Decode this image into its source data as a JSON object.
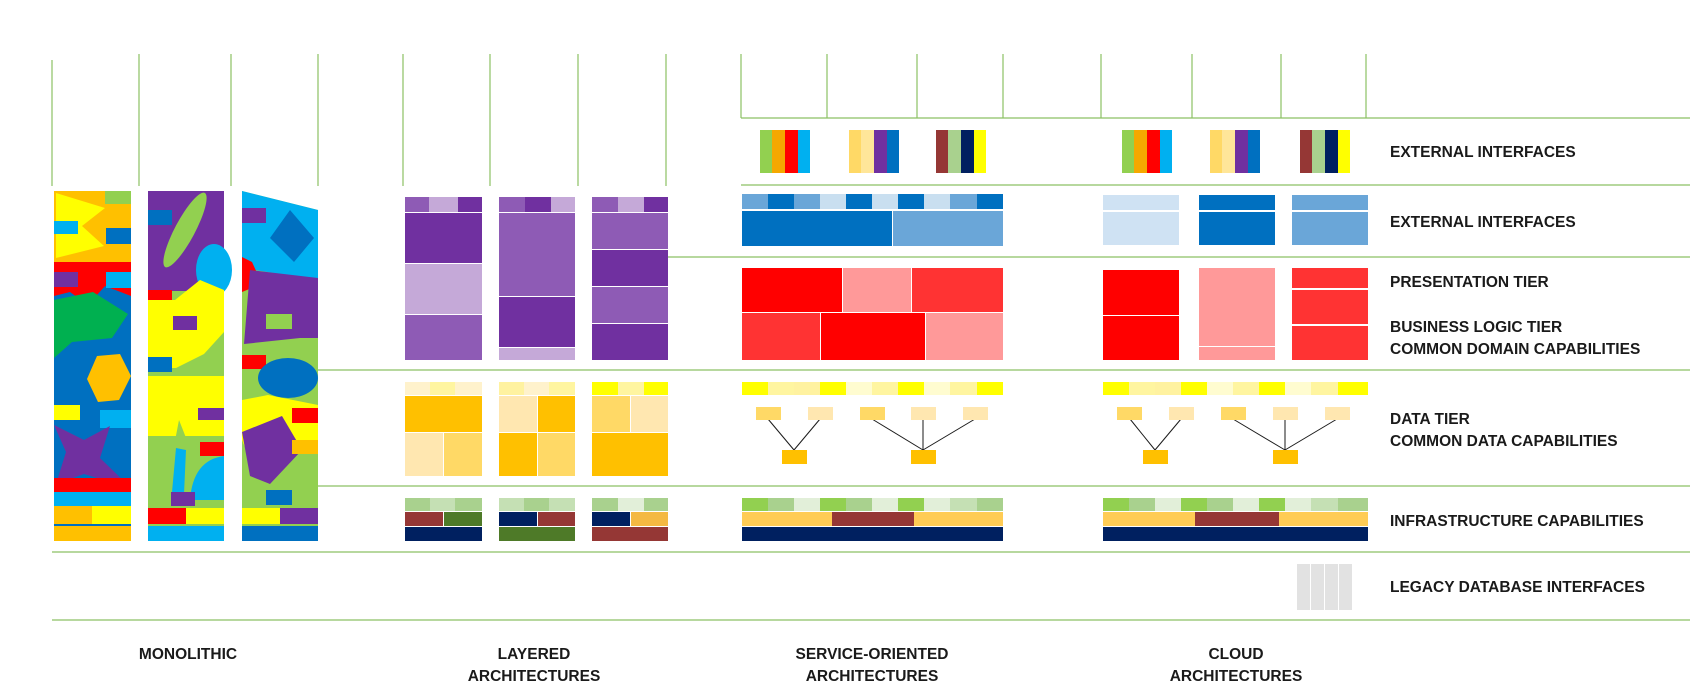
{
  "tier_labels": {
    "external_interfaces_1": "EXTERNAL INTERFACES",
    "external_interfaces_2": "EXTERNAL INTERFACES",
    "presentation": "PRESENTATION TIER",
    "business_logic_1": "BUSINESS LOGIC TIER",
    "business_logic_2": "COMMON DOMAIN CAPABILITIES",
    "data_1": "DATA TIER",
    "data_2": "COMMON DATA CAPABILITIES",
    "infrastructure": "INFRASTRUCTURE CAPABILITIES",
    "legacy": "LEGACY DATABASE INTERFACES"
  },
  "columns": {
    "monolithic": "MONOLITHIC",
    "layered_1": "LAYERED",
    "layered_2": "ARCHITECTURES",
    "soa_1": "SERVICE-ORIENTED",
    "soa_2": "ARCHITECTURES",
    "cloud_1": "CLOUD",
    "cloud_2": "ARCHITECTURES"
  },
  "colors": {
    "guide_line": "#8cc063",
    "green": "#92d050",
    "orange": "#f5a800",
    "red": "#ff0000",
    "purple": "#7030a0",
    "cyan": "#00b0f0",
    "blue": "#0070c0",
    "yellow": "#ffff00",
    "navy": "#002060",
    "maroon": "#953735",
    "dark_green": "#4e7a28",
    "gold": "#ffc000",
    "legacy_gray": "#e2e2e2"
  }
}
